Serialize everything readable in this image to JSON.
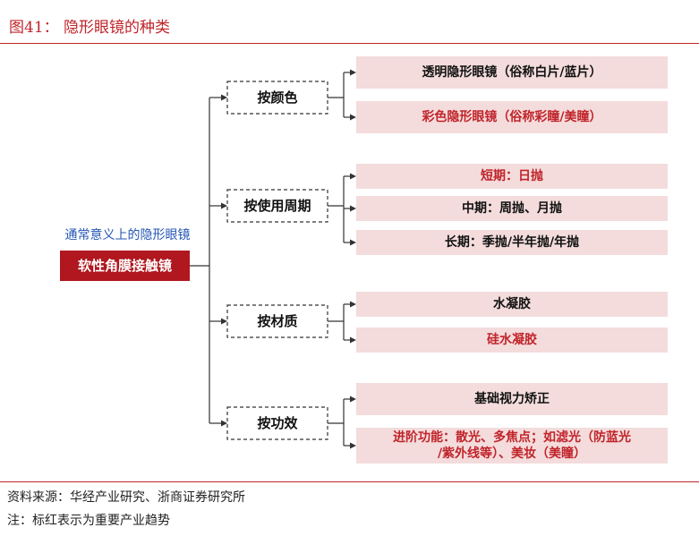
{
  "title": "图41： 隐形眼镜的种类",
  "root": {
    "caption": "通常意义上的隐形眼镜",
    "label": "软性角膜接触镜"
  },
  "categories": [
    {
      "label": "按颜色",
      "items": [
        {
          "text": "透明隐形眼镜（俗称白片/蓝片）",
          "highlight": false
        },
        {
          "text": "彩色隐形眼镜（俗称彩瞳/美瞳）",
          "highlight": true
        }
      ]
    },
    {
      "label": "按使用周期",
      "items": [
        {
          "text": "短期：日抛",
          "highlight": true
        },
        {
          "text": "中期：周抛、月抛",
          "highlight": false
        },
        {
          "text": "长期：季抛/半年抛/年抛",
          "highlight": false
        }
      ]
    },
    {
      "label": "按材质",
      "items": [
        {
          "text": "水凝胶",
          "highlight": false
        },
        {
          "text": "硅水凝胶",
          "highlight": true
        }
      ]
    },
    {
      "label": "按功效",
      "items": [
        {
          "text": "基础视力矫正",
          "highlight": false
        },
        {
          "text": "进阶功能：散光、多焦点；如滤光（防蓝光/紫外线等）、美妆（美瞳）",
          "highlight": true
        }
      ]
    }
  ],
  "footer": {
    "source": "资料来源：华经产业研究、浙商证券研究所",
    "note": "注：标红表示为重要产业趋势"
  },
  "colors": {
    "accent": "#c0242a",
    "item_fill": "#f4dcdc",
    "root_fill": "#b0171f",
    "root_caption": "#2456b4",
    "line": "#333333"
  }
}
